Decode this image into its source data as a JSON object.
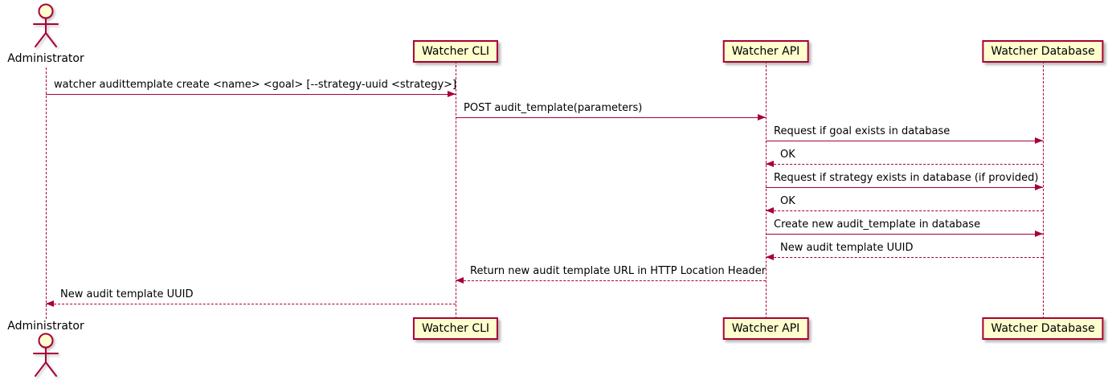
{
  "diagram": {
    "kind": "sequence-diagram",
    "colors": {
      "accent": "#A80036",
      "participant_fill": "#FEFECE",
      "text": "#000000",
      "background": "#FFFFFF"
    },
    "participants": [
      {
        "id": "administrator",
        "label": "Administrator",
        "kind": "actor"
      },
      {
        "id": "watcher-cli",
        "label": "Watcher CLI",
        "kind": "box"
      },
      {
        "id": "watcher-api",
        "label": "Watcher API",
        "kind": "box"
      },
      {
        "id": "watcher-database",
        "label": "Watcher Database",
        "kind": "box"
      }
    ],
    "messages": [
      {
        "from": "administrator",
        "to": "watcher-cli",
        "line": "solid",
        "label": "watcher audittemplate create <name> <goal> [--strategy-uuid <strategy>]"
      },
      {
        "from": "watcher-cli",
        "to": "watcher-api",
        "line": "solid",
        "label": "POST audit_template(parameters)"
      },
      {
        "from": "watcher-api",
        "to": "watcher-database",
        "line": "solid",
        "label": "Request if goal exists in database"
      },
      {
        "from": "watcher-database",
        "to": "watcher-api",
        "line": "dashed",
        "label": "OK"
      },
      {
        "from": "watcher-api",
        "to": "watcher-database",
        "line": "solid",
        "label": "Request if strategy exists in database (if provided)"
      },
      {
        "from": "watcher-database",
        "to": "watcher-api",
        "line": "dashed",
        "label": "OK"
      },
      {
        "from": "watcher-api",
        "to": "watcher-database",
        "line": "solid",
        "label": "Create new audit_template in database"
      },
      {
        "from": "watcher-database",
        "to": "watcher-api",
        "line": "dashed",
        "label": "New audit template UUID"
      },
      {
        "from": "watcher-api",
        "to": "watcher-cli",
        "line": "dashed",
        "label": "Return new audit template URL in HTTP Location Header"
      },
      {
        "from": "watcher-cli",
        "to": "administrator",
        "line": "dashed",
        "label": "New audit template UUID"
      }
    ]
  }
}
